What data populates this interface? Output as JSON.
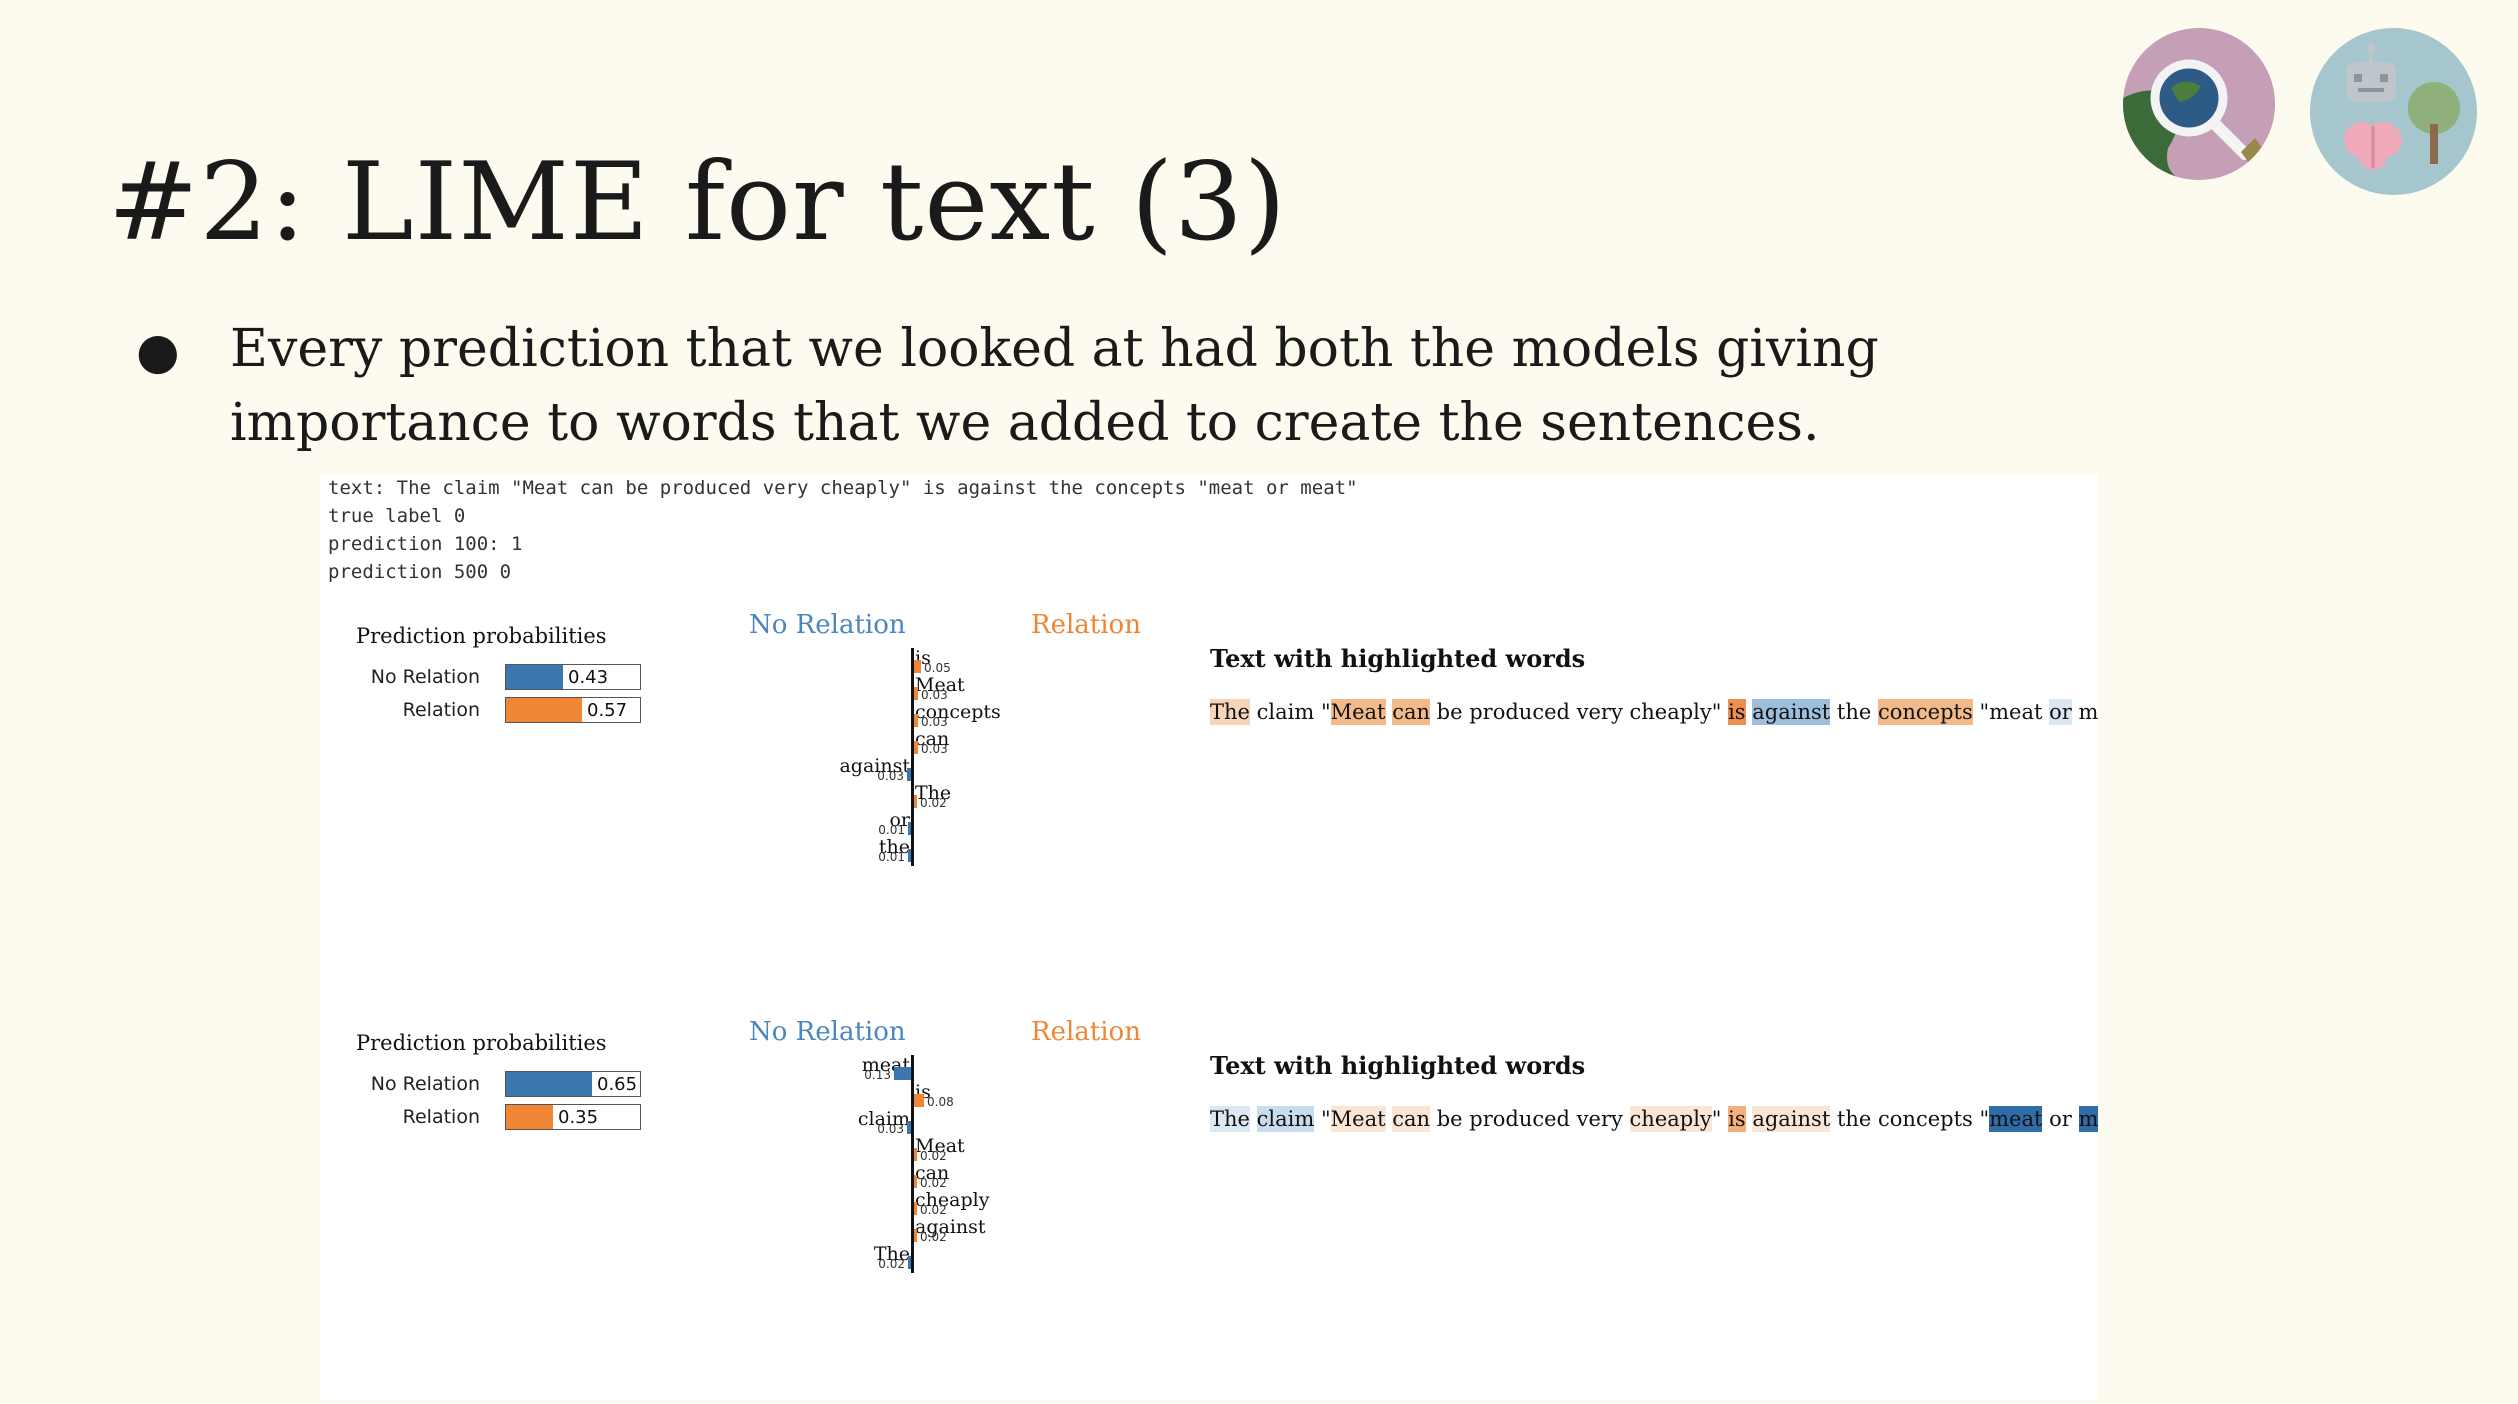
{
  "slide": {
    "title": "#2: LIME for text (3)",
    "bullet": "Every prediction that we looked at had both the models giving importance to words that we added to create the sentences."
  },
  "logos": [
    {
      "name": "magnifier-globe-logo"
    },
    {
      "name": "robot-brain-tree-logo"
    }
  ],
  "output": {
    "lines": [
      "text: The claim \"Meat can be produced very cheaply\" is against the concepts \"meat or meat\"",
      "true label 0",
      "prediction 100: 1",
      "prediction 500 0"
    ]
  },
  "colors": {
    "no_relation": "#3b76af",
    "relation": "#ef8636",
    "no_relation_text": "#4a86c0",
    "relation_text": "#ef8636"
  },
  "explanations": [
    {
      "prob_title": "Prediction probabilities",
      "probs": [
        {
          "label": "No Relation",
          "value": 0.43,
          "value_text": "0.43",
          "cls": "no_relation"
        },
        {
          "label": "Relation",
          "value": 0.57,
          "value_text": "0.57",
          "cls": "relation"
        }
      ],
      "class_neg": "No Relation",
      "class_pos": "Relation",
      "features": [
        {
          "word": "is",
          "weight": 0.05,
          "weight_text": "0.05",
          "cls": "relation"
        },
        {
          "word": "Meat",
          "weight": 0.03,
          "weight_text": "0.03",
          "cls": "relation"
        },
        {
          "word": "concepts",
          "weight": 0.03,
          "weight_text": "0.03",
          "cls": "relation"
        },
        {
          "word": "can",
          "weight": 0.03,
          "weight_text": "0.03",
          "cls": "relation"
        },
        {
          "word": "against",
          "weight": 0.03,
          "weight_text": "0.03",
          "cls": "no_relation"
        },
        {
          "word": "The",
          "weight": 0.02,
          "weight_text": "0.02",
          "cls": "relation"
        },
        {
          "word": "or",
          "weight": 0.01,
          "weight_text": "0.01",
          "cls": "no_relation"
        },
        {
          "word": "the",
          "weight": 0.01,
          "weight_text": "0.01",
          "cls": "no_relation"
        }
      ],
      "hl_title": "Text with highlighted words",
      "tokens": [
        {
          "t": "The",
          "bg": "#f6d5b9"
        },
        {
          "t": " claim \""
        },
        {
          "t": "Meat",
          "bg": "#f2b98a"
        },
        {
          "t": " "
        },
        {
          "t": "can",
          "bg": "#f2b98a"
        },
        {
          "t": " be produced very cheaply\" "
        },
        {
          "t": "is",
          "bg": "#ef8f4f"
        },
        {
          "t": " "
        },
        {
          "t": "against",
          "bg": "#9ebede"
        },
        {
          "t": " the "
        },
        {
          "t": "concepts",
          "bg": "#f2b98a"
        },
        {
          "t": " \"meat "
        },
        {
          "t": "or",
          "bg": "#dbe7f2"
        },
        {
          "t": " meat\""
        }
      ]
    },
    {
      "prob_title": "Prediction probabilities",
      "probs": [
        {
          "label": "No Relation",
          "value": 0.65,
          "value_text": "0.65",
          "cls": "no_relation"
        },
        {
          "label": "Relation",
          "value": 0.35,
          "value_text": "0.35",
          "cls": "relation"
        }
      ],
      "class_neg": "No Relation",
      "class_pos": "Relation",
      "features": [
        {
          "word": "meat",
          "weight": 0.13,
          "weight_text": "0.13",
          "cls": "no_relation"
        },
        {
          "word": "is",
          "weight": 0.08,
          "weight_text": "0.08",
          "cls": "relation"
        },
        {
          "word": "claim",
          "weight": 0.03,
          "weight_text": "0.03",
          "cls": "no_relation"
        },
        {
          "word": "Meat",
          "weight": 0.02,
          "weight_text": "0.02",
          "cls": "relation"
        },
        {
          "word": "can",
          "weight": 0.02,
          "weight_text": "0.02",
          "cls": "relation"
        },
        {
          "word": "cheaply",
          "weight": 0.02,
          "weight_text": "0.02",
          "cls": "relation"
        },
        {
          "word": "against",
          "weight": 0.02,
          "weight_text": "0.02",
          "cls": "relation"
        },
        {
          "word": "The",
          "weight": 0.02,
          "weight_text": "0.02",
          "cls": "no_relation"
        }
      ],
      "hl_title": "Text with highlighted words",
      "tokens": [
        {
          "t": "The",
          "bg": "#dde8f3"
        },
        {
          "t": " "
        },
        {
          "t": "claim",
          "bg": "#c9dbee"
        },
        {
          "t": " \""
        },
        {
          "t": "Meat",
          "bg": "#fbe6d6"
        },
        {
          "t": " "
        },
        {
          "t": "can",
          "bg": "#fbe6d6"
        },
        {
          "t": " be produced very "
        },
        {
          "t": "cheaply",
          "bg": "#fbe6d6"
        },
        {
          "t": "\" "
        },
        {
          "t": "is",
          "bg": "#f3b07c"
        },
        {
          "t": " "
        },
        {
          "t": "against",
          "bg": "#fbe6d6"
        },
        {
          "t": " the concepts \""
        },
        {
          "t": "meat",
          "bg": "#2f6ca8"
        },
        {
          "t": " or "
        },
        {
          "t": "meat",
          "bg": "#2f6ca8"
        },
        {
          "t": "\""
        }
      ]
    }
  ]
}
